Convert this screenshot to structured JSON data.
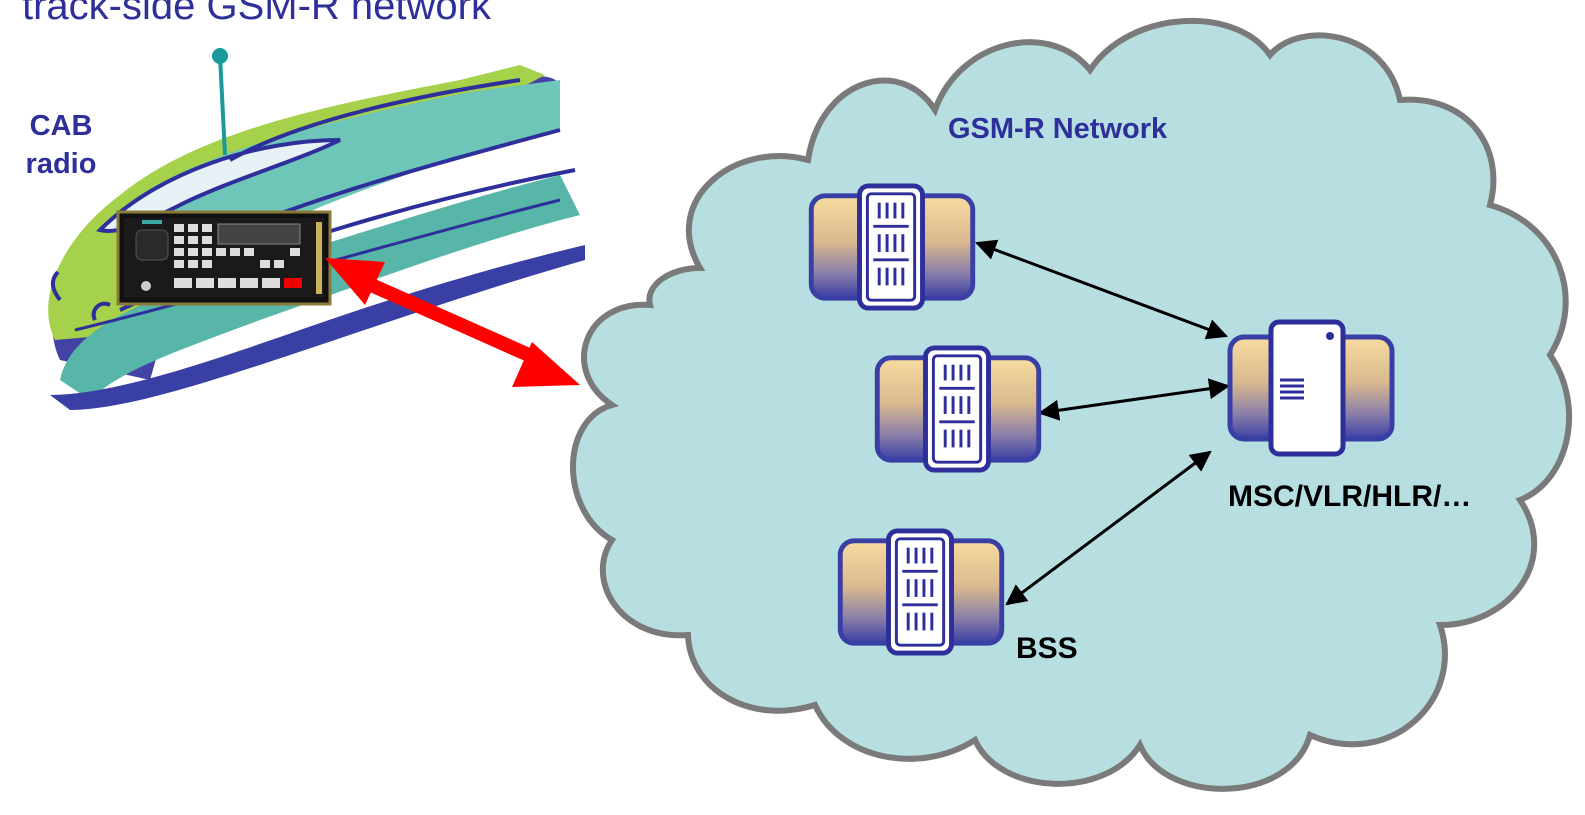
{
  "title": "track-side GSM-R network",
  "cab_radio": {
    "line1": "CAB",
    "line2": "radio"
  },
  "network": {
    "label": "GSM-R Network",
    "core_label": "MSC/VLR/HLR/…",
    "bss_label": "BSS"
  },
  "colors": {
    "text_blue": "#2e2f9a",
    "cloud_fill": "#b7dfe2",
    "cloud_stroke": "#7a7a7a",
    "link_red": "#ff0000",
    "node_fill_top": "#f5d79c",
    "node_fill_bottom": "#3a3fa5"
  },
  "icons": [
    "train-icon",
    "cab-radio-panel-icon",
    "bts-server-icon",
    "msc-server-icon",
    "cloud-icon"
  ]
}
